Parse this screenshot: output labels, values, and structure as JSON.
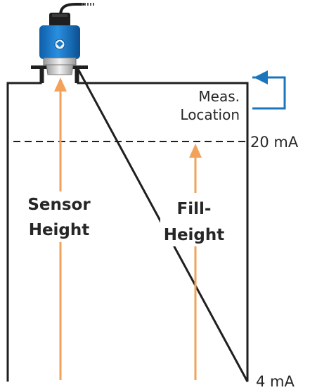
{
  "labels": {
    "meas_location": [
      "Meas.",
      "Location"
    ],
    "current_top": "20 mA",
    "current_bottom": "4 mA",
    "sensor_height": [
      "Sensor",
      "Height"
    ],
    "fill_height": [
      "Fill-",
      "Height"
    ]
  },
  "colors": {
    "tank_outline": "#1f1f1f",
    "height_arrows": "#f2a25a",
    "location_marker": "#1b75bc",
    "sensor_body": "#1a78c8",
    "sensor_cap": "#1e1e1e"
  },
  "icons": {
    "sensor": "ultrasonic-level-sensor-icon",
    "location_marker": "blue-bracket-arrow-icon"
  }
}
